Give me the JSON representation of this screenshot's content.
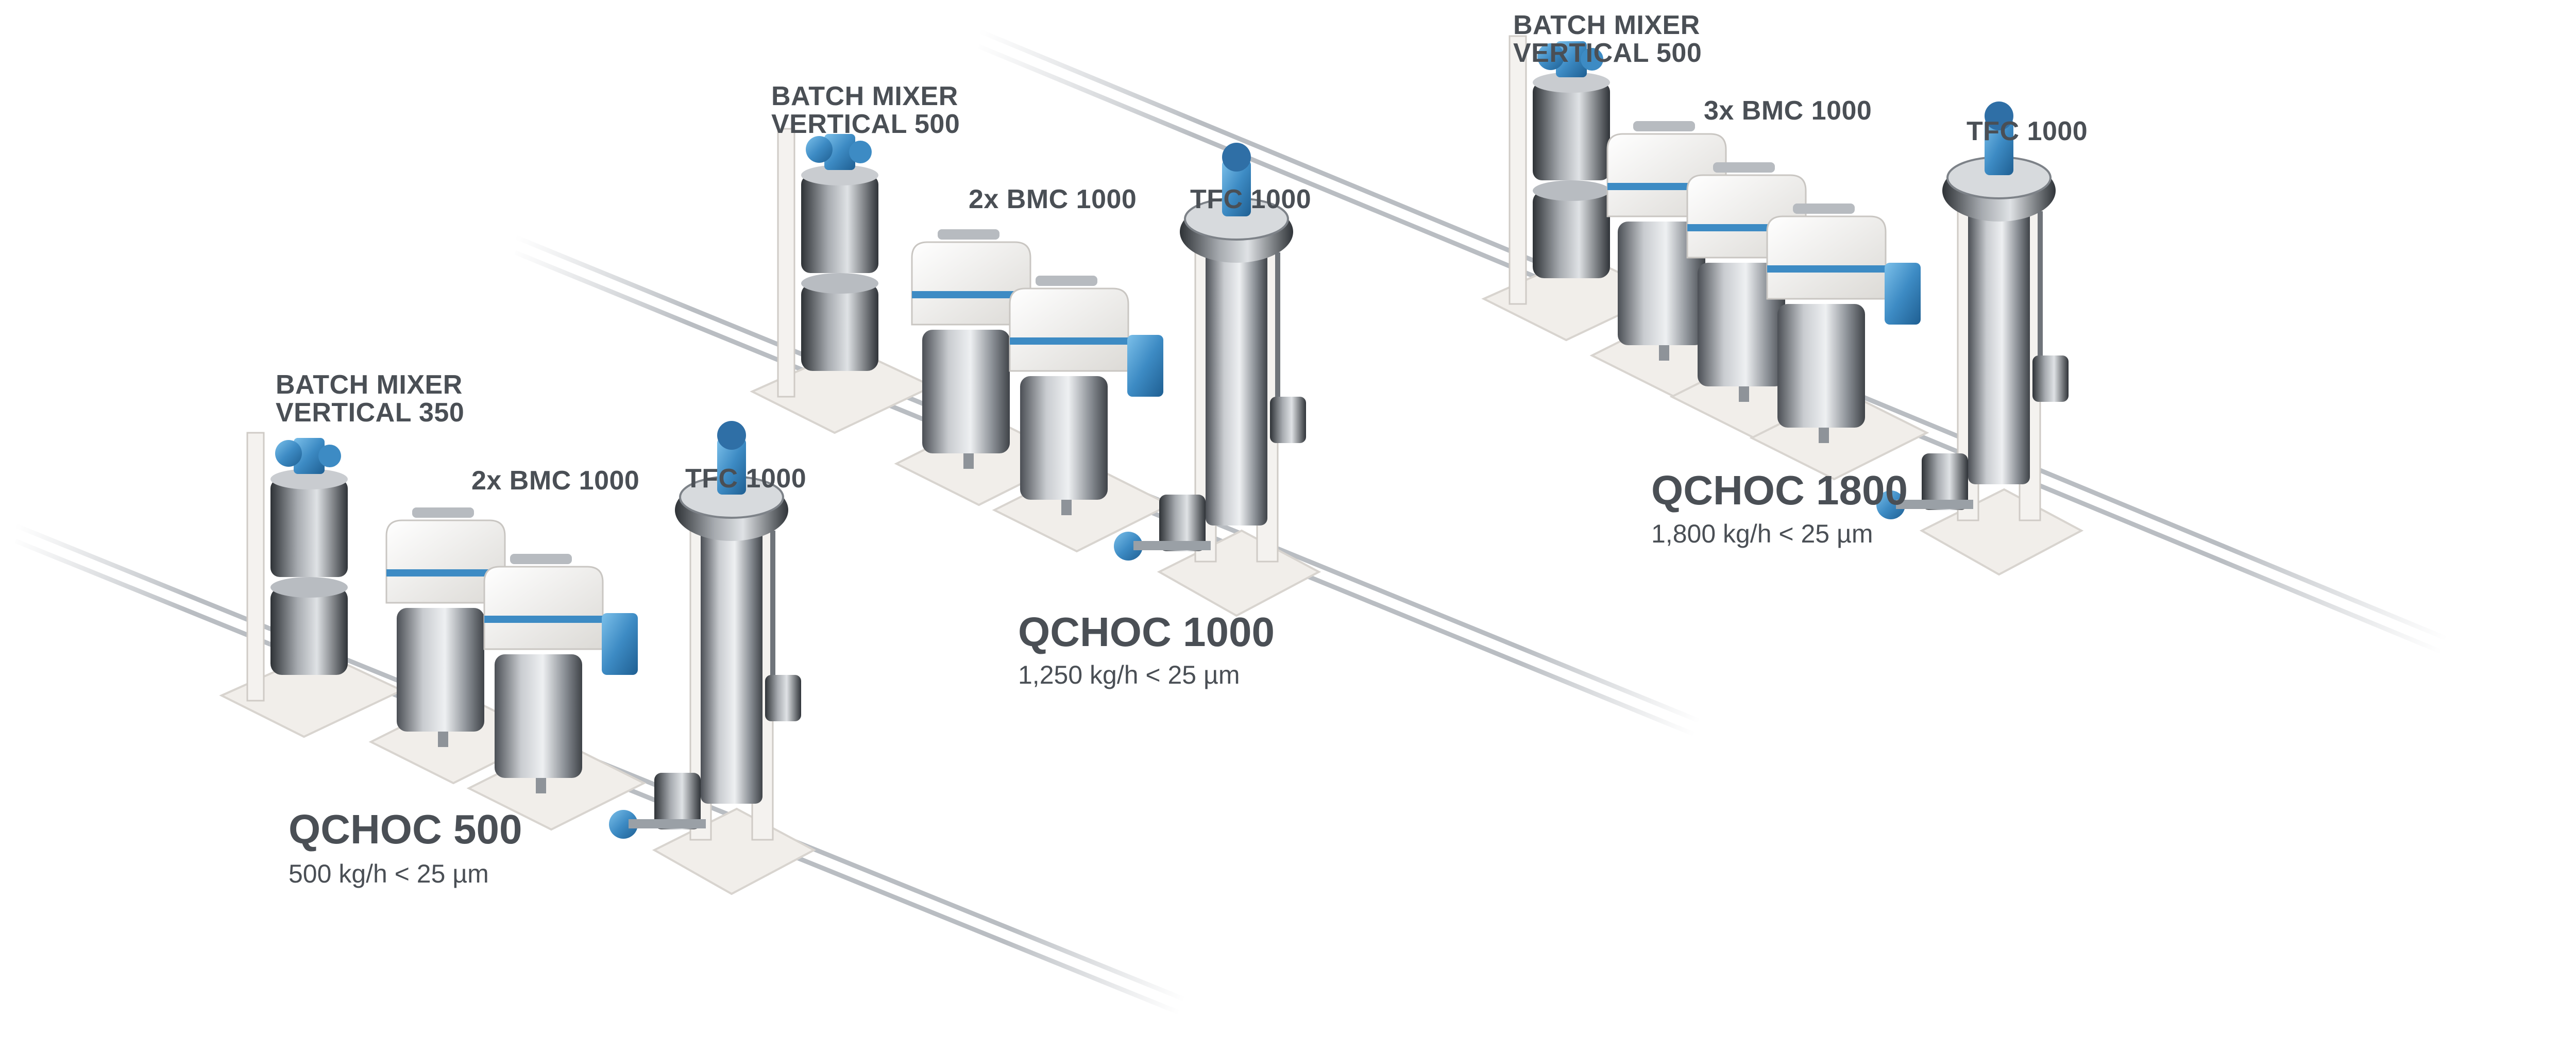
{
  "colors": {
    "background": "#ffffff",
    "text": "#4a4f55",
    "accent_blue": "#3d8bc4",
    "steel": "#a9adb2",
    "base_white": "#f1eeea"
  },
  "lines": [
    {
      "name": "QCHOC 500",
      "title": "QCHOC 500",
      "capacity": "500 kg/h < 25 µm",
      "mixer_label": [
        "BATCH MIXER",
        "VERTICAL 350"
      ],
      "mill_label": "2x BMC 1000",
      "tfc_label": "TFC 1000",
      "mill_count": 2
    },
    {
      "name": "QCHOC 1000",
      "title": "QCHOC 1000",
      "capacity": "1,250 kg/h < 25 µm",
      "mixer_label": [
        "BATCH MIXER",
        "VERTICAL 500"
      ],
      "mill_label": "2x BMC 1000",
      "tfc_label": "TFC 1000",
      "mill_count": 2
    },
    {
      "name": "QCHOC 1800",
      "title": "QCHOC 1800",
      "capacity": "1,800 kg/h < 25 µm",
      "mixer_label": [
        "BATCH MIXER",
        "VERTICAL 500"
      ],
      "mill_label": "3x BMC 1000",
      "tfc_label": "TFC 1000",
      "mill_count": 3
    }
  ]
}
